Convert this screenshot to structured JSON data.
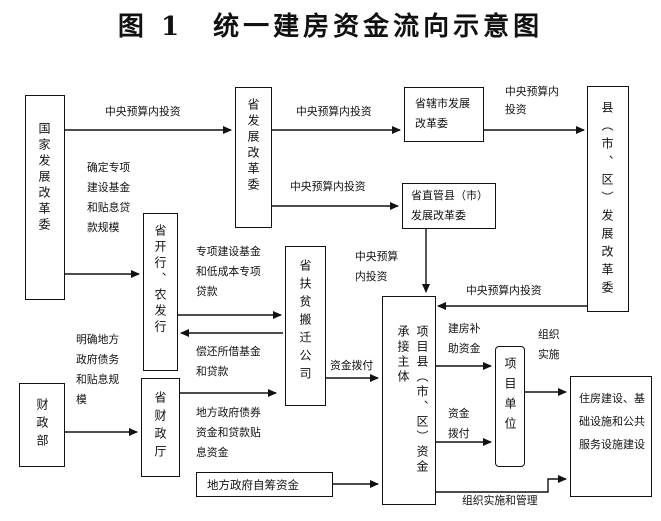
{
  "title": "图 1　统一建房资金流向示意图",
  "nodes": {
    "ndrc": "国家发展改革委",
    "prov_dev": "省发展改革委",
    "city_dev": "省辖市发展改革委",
    "county_dev_small": "省直管县（市）发展改革委",
    "county_dev": "县（市、区）发展改革委",
    "prov_bank": "省开行、农发行",
    "prov_poverty": "省扶贫搬迁公司",
    "finance_ministry": "财政部",
    "prov_finance": "省财政厅",
    "county_entity": "项目县（市、区）资金承接主体",
    "project_unit": "项目单位",
    "construction": "住房建设、基础设施和公共服务设施建设",
    "local_funds": "地方政府自筹资金"
  },
  "labels": {
    "central_invest_1": "中央预算内投资",
    "central_invest_2": "中央预算内投资",
    "central_invest_3": "中央预算内投资",
    "central_invest_4": "中央预算内投资",
    "central_invest_5": "中央预算内投资",
    "central_invest_6": "中央预算内投资",
    "determine_scale": "确定专项建设基金和贴息贷款规模",
    "special_fund": "专项建设基金和低成本专项贷款",
    "repay_loan": "偿还所借基金和贷款",
    "fund_disburse": "资金拨付",
    "clarify_debt": "明确地方政府债务和贴息规模",
    "local_bond": "地方政府债券资金和贷款贴息资金",
    "build_subsidy": "建房补助资金",
    "fund_disburse_2": "资金拨付",
    "organize_impl": "组织实施",
    "organize_manage": "组织实施和管理"
  }
}
